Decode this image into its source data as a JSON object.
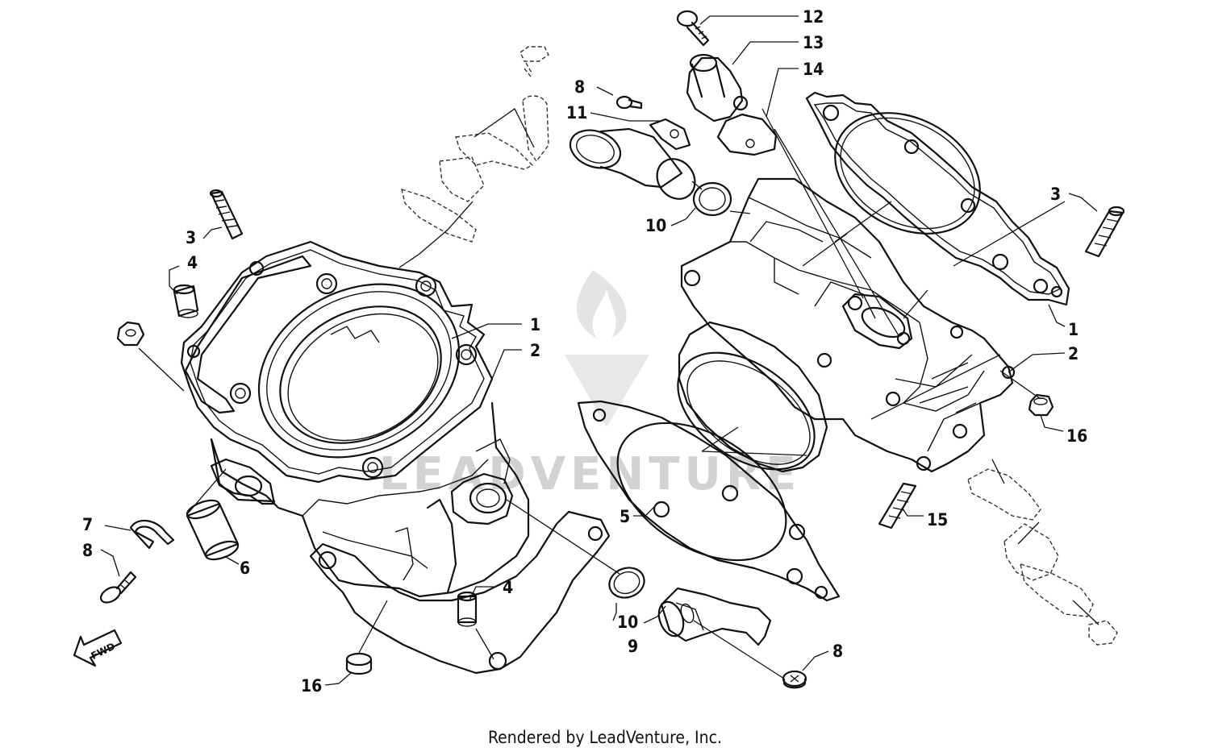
{
  "watermark": {
    "text": "LEADVENTURE"
  },
  "fwd_arrow": {
    "label": "FWD"
  },
  "callouts": [
    {
      "id": "c1a",
      "text": "1"
    },
    {
      "id": "c2a",
      "text": "2"
    },
    {
      "id": "c3a",
      "text": "3"
    },
    {
      "id": "c4a",
      "text": "4"
    },
    {
      "id": "c4b",
      "text": "4"
    },
    {
      "id": "c6",
      "text": "6"
    },
    {
      "id": "c7",
      "text": "7"
    },
    {
      "id": "c8a",
      "text": "8"
    },
    {
      "id": "c16a",
      "text": "16"
    },
    {
      "id": "c5",
      "text": "5"
    },
    {
      "id": "c10a",
      "text": "10"
    },
    {
      "id": "c9",
      "text": "9"
    },
    {
      "id": "c8b",
      "text": "8"
    },
    {
      "id": "c12",
      "text": "12"
    },
    {
      "id": "c13",
      "text": "13"
    },
    {
      "id": "c14",
      "text": "14"
    },
    {
      "id": "c8c",
      "text": "8"
    },
    {
      "id": "c11",
      "text": "11"
    },
    {
      "id": "c10b",
      "text": "10"
    },
    {
      "id": "c3b",
      "text": "3"
    },
    {
      "id": "c1b",
      "text": "1"
    },
    {
      "id": "c2b",
      "text": "2"
    },
    {
      "id": "c16b",
      "text": "16"
    },
    {
      "id": "c15",
      "text": "15"
    }
  ],
  "footer": {
    "text": "Rendered by LeadVenture, Inc."
  }
}
